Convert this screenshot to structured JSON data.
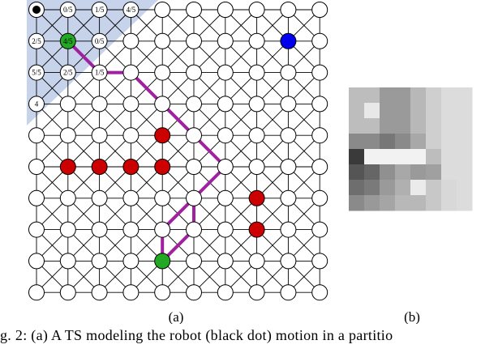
{
  "figure": {
    "grid": {
      "rows": 10,
      "cols": 10
    },
    "robot": {
      "row": 0,
      "col": 0,
      "color": "#000000"
    },
    "colors": {
      "region": "#c6d3ea",
      "path": "#a020a0",
      "green": "#22a822",
      "red": "#cc0000",
      "blue": "#0000ee",
      "node_fill": "#ffffff",
      "edge": "#000000"
    },
    "region_label_nodes": [
      {
        "row": 0,
        "col": 1,
        "label": "0/5"
      },
      {
        "row": 0,
        "col": 2,
        "label": "1/5"
      },
      {
        "row": 0,
        "col": 3,
        "label": "4/5"
      },
      {
        "row": 1,
        "col": 0,
        "label": "2/5"
      },
      {
        "row": 1,
        "col": 1,
        "label": "4/5"
      },
      {
        "row": 1,
        "col": 2,
        "label": "0/5"
      },
      {
        "row": 2,
        "col": 0,
        "label": "5/5"
      },
      {
        "row": 2,
        "col": 1,
        "label": "2/5"
      },
      {
        "row": 2,
        "col": 2,
        "label": "1/5"
      },
      {
        "row": 3,
        "col": 0,
        "label": "4"
      }
    ],
    "green_nodes": [
      {
        "row": 1,
        "col": 1
      },
      {
        "row": 8,
        "col": 4
      }
    ],
    "red_nodes": [
      {
        "row": 4,
        "col": 4
      },
      {
        "row": 5,
        "col": 1
      },
      {
        "row": 5,
        "col": 2
      },
      {
        "row": 5,
        "col": 3
      },
      {
        "row": 5,
        "col": 4
      },
      {
        "row": 6,
        "col": 7
      },
      {
        "row": 7,
        "col": 7
      }
    ],
    "blue_nodes": [
      {
        "row": 1,
        "col": 8
      }
    ],
    "path_segments": [
      [
        [
          1,
          1
        ],
        [
          2,
          2
        ]
      ],
      [
        [
          2,
          2
        ],
        [
          2,
          3
        ]
      ],
      [
        [
          2,
          3
        ],
        [
          3,
          4
        ]
      ],
      [
        [
          3,
          4
        ],
        [
          4,
          5
        ]
      ],
      [
        [
          4,
          5
        ],
        [
          5,
          6
        ]
      ],
      [
        [
          5,
          6
        ],
        [
          6,
          5
        ]
      ],
      [
        [
          6,
          5
        ],
        [
          7,
          4
        ]
      ],
      [
        [
          7,
          4
        ],
        [
          8,
          4
        ]
      ],
      [
        [
          6,
          5
        ],
        [
          7,
          5
        ]
      ],
      [
        [
          7,
          5
        ],
        [
          8,
          4
        ]
      ]
    ],
    "thumbnail": {
      "rows": 8,
      "cols": 8,
      "cells": [
        [
          "#bdbdbd",
          "#bdbdbd",
          "#9a9a9a",
          "#9a9a9a",
          "#b8b8b8",
          "#cfcfcf",
          "#dcdcdc",
          "#dcdcdc"
        ],
        [
          "#bdbdbd",
          "#e8e8e8",
          "#9a9a9a",
          "#9a9a9a",
          "#b8b8b8",
          "#cfcfcf",
          "#dcdcdc",
          "#dcdcdc"
        ],
        [
          "#bdbdbd",
          "#bdbdbd",
          "#9a9a9a",
          "#9a9a9a",
          "#b8b8b8",
          "#cfcfcf",
          "#dcdcdc",
          "#dcdcdc"
        ],
        [
          "#8a8a8a",
          "#8a8a8a",
          "#777777",
          "#8a8a8a",
          "#a8a8a8",
          "#cfcfcf",
          "#dcdcdc",
          "#dcdcdc"
        ],
        [
          "#3a3a3a",
          "#f2f2f2",
          "#f2f2f2",
          "#f2f2f2",
          "#f2f2f2",
          "#bdbdbd",
          "#dcdcdc",
          "#dcdcdc"
        ],
        [
          "#555555",
          "#666666",
          "#909090",
          "#a8a8a8",
          "#9a9a9a",
          "#a0a0a0",
          "#dcdcdc",
          "#dcdcdc"
        ],
        [
          "#6e6e6e",
          "#7a7a7a",
          "#9a9a9a",
          "#b0b0b0",
          "#ebebeb",
          "#c8c8c8",
          "#d8d8d8",
          "#dcdcdc"
        ],
        [
          "#8a8a8a",
          "#999999",
          "#a5a5a5",
          "#b8b8b8",
          "#b8b8b8",
          "#c8c8c8",
          "#d8d8d8",
          "#dcdcdc"
        ]
      ]
    },
    "labels": {
      "a": "(a)",
      "b": "(b)"
    },
    "caption": "g. 2: (a) A TS modeling the robot (black dot) motion in a partitio"
  }
}
